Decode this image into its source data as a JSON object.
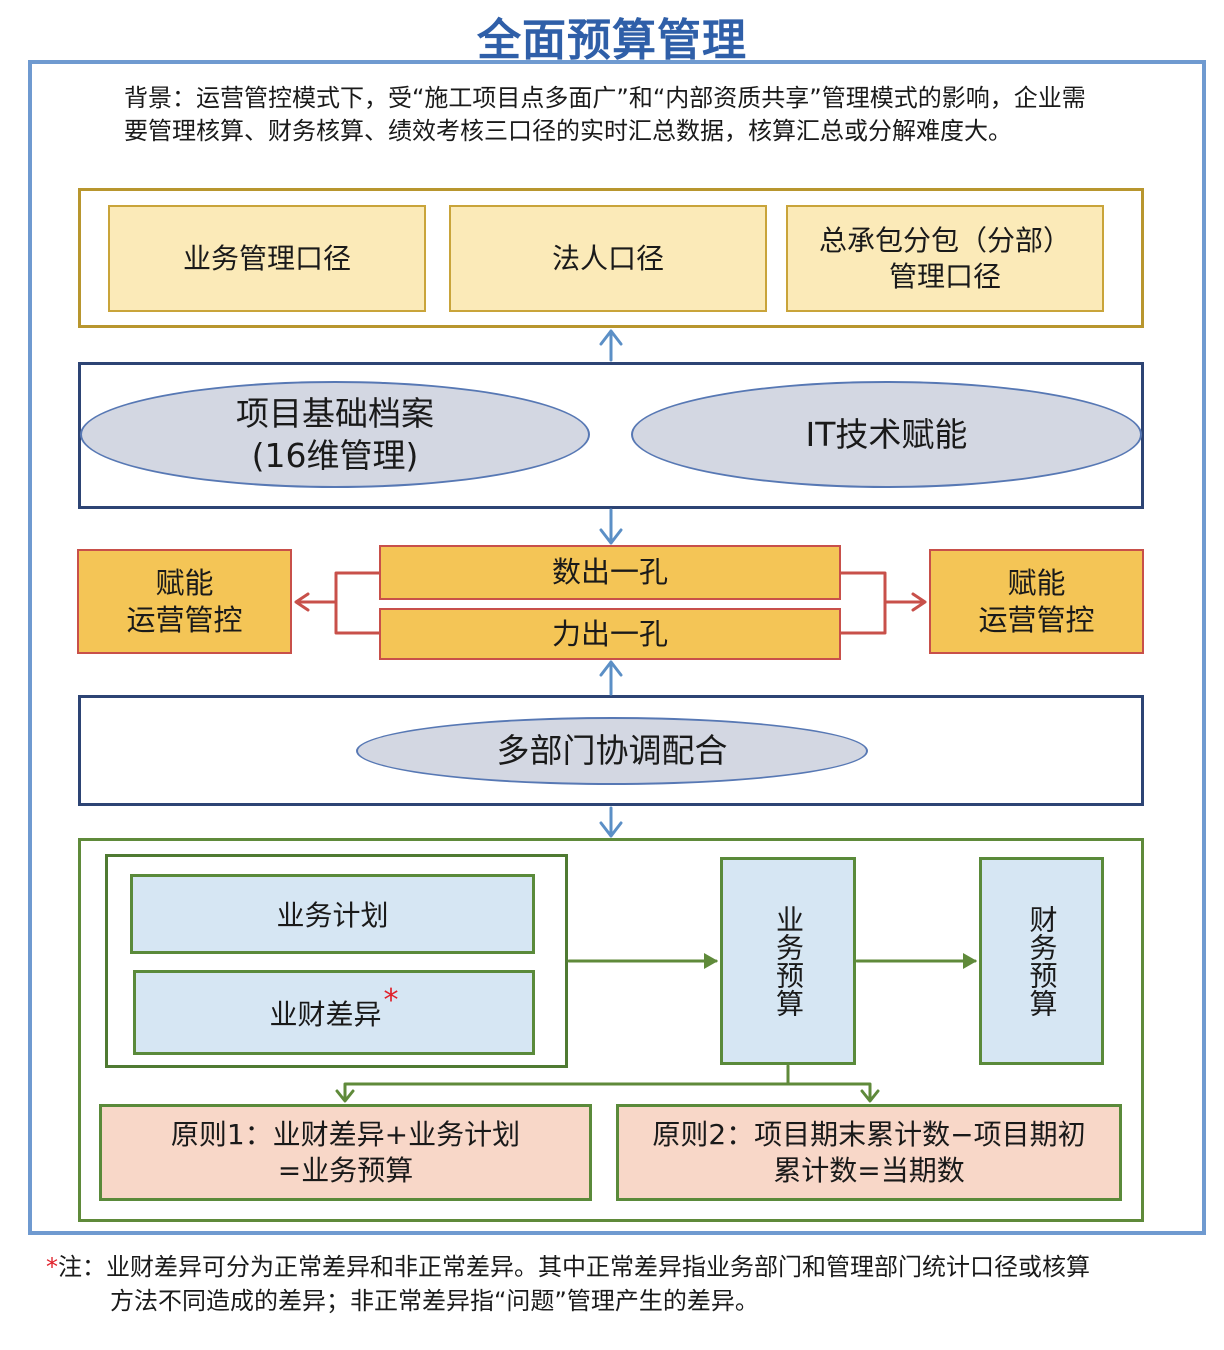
{
  "title": "全面预算管理",
  "background": "背景：运营管控模式下，受“施工项目点多面广”和“内部资质共享”管理模式的影响，企业需要管理核算、财务核算、绩效考核三口径的实时汇总数据，核算汇总或分解难度大。",
  "calibers": {
    "business": "业务管理口径",
    "legal": "法人口径",
    "contract_line1": "总承包分包（分部）",
    "contract_line2": "管理口径"
  },
  "foundation": {
    "archive_line1": "项目基础档案",
    "archive_line2": "(16维管理)",
    "it": "IT技术赋能"
  },
  "hole": {
    "data": "数出一孔",
    "force": "力出一孔",
    "left_line1": "赋能",
    "left_line2": "运营管控",
    "right_line1": "赋能",
    "right_line2": "运营管控"
  },
  "coordination": "多部门协调配合",
  "budget": {
    "plan": "业务计划",
    "diff": "业财差异",
    "star": "*",
    "business_budget": "业务预算",
    "finance_budget": "财务预算",
    "rule1_line1": "原则1：业财差异+业务计划",
    "rule1_line2": "=业务预算",
    "rule2_line1": "原则2：项目期末累计数−项目期初",
    "rule2_line2": "累计数=当期数"
  },
  "note": {
    "star": "*",
    "line1": "注：业财差异可分为正常差异和非正常差异。其中正常差异指业务部门和管理部门统计口径或核算",
    "line2": "方法不同造成的差异；非正常差异指“问题”管理产生的差异。"
  },
  "colors": {
    "title": "#2f5fa8",
    "frame": "#6f9ad0",
    "yellow": "#fbeab8",
    "orange": "#f4c556",
    "ellipse": "#d3d7e2",
    "blue": "#d6e6f3",
    "pink": "#f8d7c8",
    "red_arrow": "#c8504a",
    "blue_arrow": "#5b8fc6",
    "green": "#5f8a3a"
  }
}
